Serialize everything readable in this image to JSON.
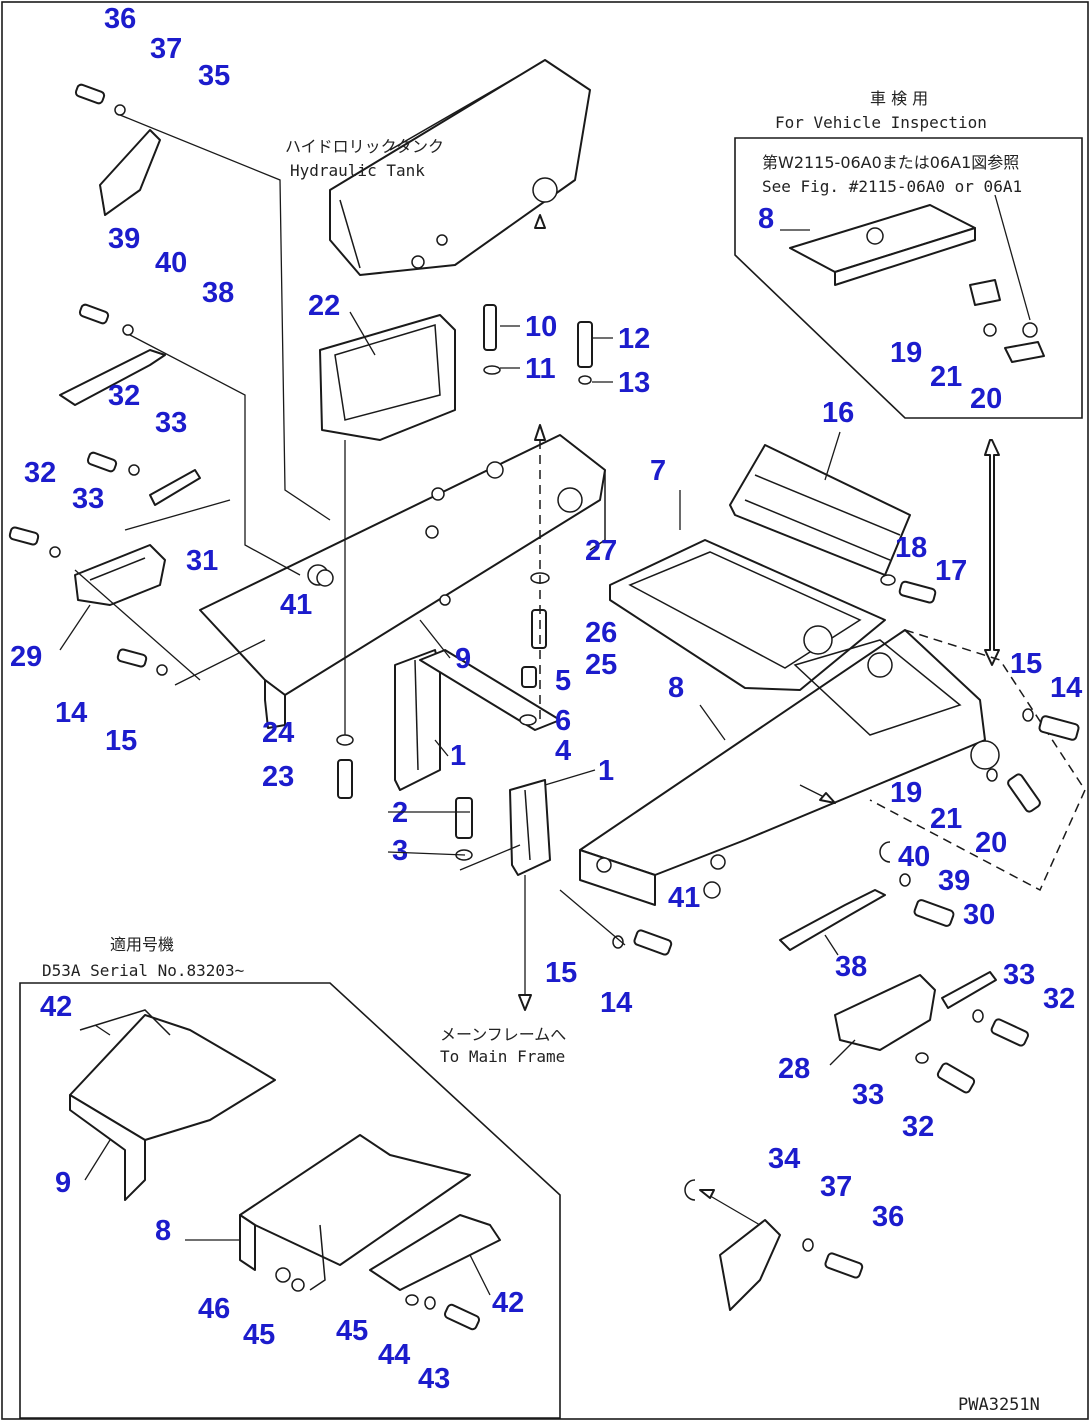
{
  "labels": {
    "hydraulic_tank": {
      "jp": "ハイドロリックタンク",
      "en": "Hydraulic Tank"
    },
    "inspection_title": {
      "jp": "車 検 用",
      "en": "For Vehicle Inspection"
    },
    "inspection_ref": {
      "jp": "第W2115-06A0または06A1図参照",
      "en": "See Fig. #2115-06A0 or 06A1"
    },
    "main_frame": {
      "jp": "メーンフレームへ",
      "en": "To Main Frame"
    },
    "serial_box": {
      "jp": "適用号機",
      "en": "D53A Serial No.83203~"
    },
    "figure_code": "PWA3251N"
  },
  "callouts": {
    "c36a": "36",
    "c37a": "37",
    "c35": "35",
    "c39a": "39",
    "c40a": "40",
    "c38a": "38",
    "c32a": "32",
    "c33a": "33",
    "c32b": "32",
    "c33b": "33",
    "c31": "31",
    "c29": "29",
    "c41a": "41",
    "c14a": "14",
    "c15a": "15",
    "c22": "22",
    "c10": "10",
    "c11": "11",
    "c12": "12",
    "c13": "13",
    "c9a": "9",
    "c27": "27",
    "c26": "26",
    "c25": "25",
    "c5": "5",
    "c6": "6",
    "c4": "4",
    "c24": "24",
    "c23": "23",
    "c1a": "1",
    "c1b": "1",
    "c2": "2",
    "c3": "3",
    "c7": "7",
    "c16": "16",
    "c18": "18",
    "c17": "17",
    "c8a": "8",
    "c19a": "19",
    "c21a": "21",
    "c20a": "20",
    "c8b": "8",
    "c15b": "15",
    "c14b": "14",
    "c19b": "19",
    "c21b": "21",
    "c20b": "20",
    "c41b": "41",
    "c40b": "40",
    "c39b": "39",
    "c30": "30",
    "c33c": "33",
    "c32c": "32",
    "c15c": "15",
    "c14c": "14",
    "c38b": "38",
    "c28": "28",
    "c33d": "33",
    "c32d": "32",
    "c34": "34",
    "c37b": "37",
    "c36b": "36",
    "c42a": "42",
    "c9b": "9",
    "c8c": "8",
    "c42b": "42",
    "c46": "46",
    "c45a": "45",
    "c45b": "45",
    "c44": "44",
    "c43": "43"
  },
  "colors": {
    "callout": "#1c1ccc",
    "line": "#1a1a1a",
    "background": "#ffffff"
  }
}
